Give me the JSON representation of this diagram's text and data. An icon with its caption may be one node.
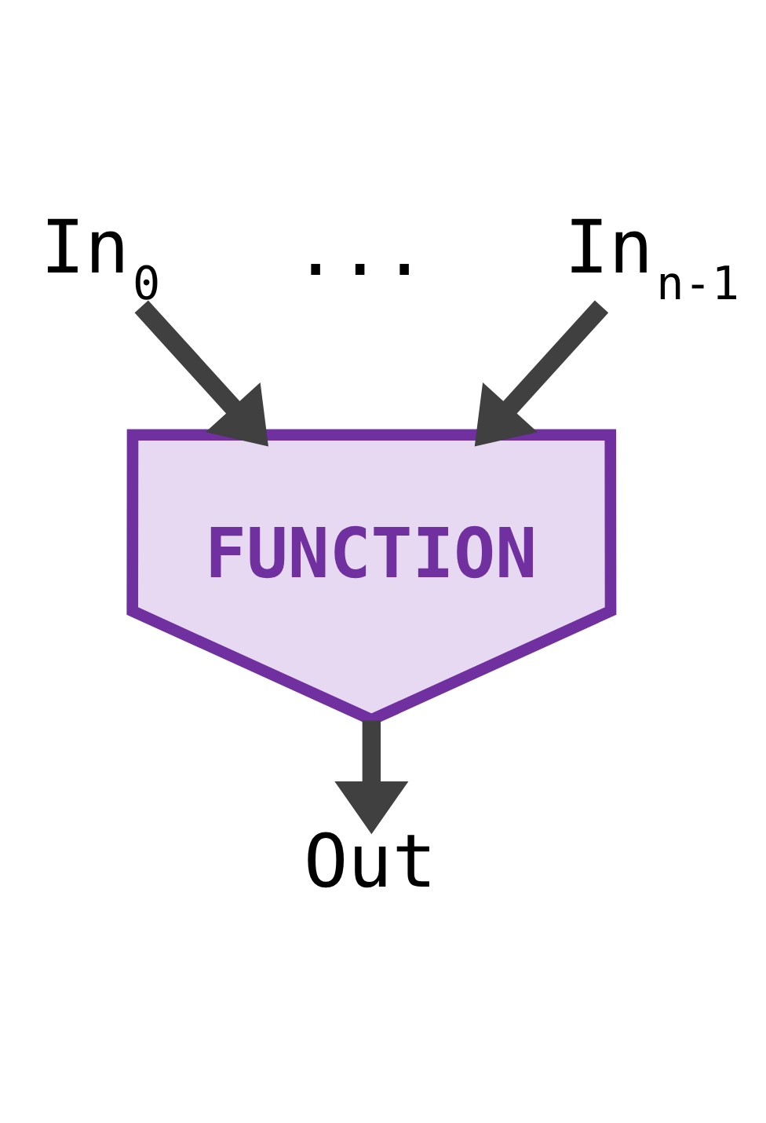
{
  "diagram": {
    "nodes": [
      {
        "text": [
          "In$_{0}$"
        ]
      },
      {
        "text": [
          "In$_{n-1}$"
        ]
      },
      {
        "text": [
          "FUNCTION"
        ]
      },
      {
        "text": [
          "Out"
        ]
      }
    ],
    "edges": [
      {
        "from": 0,
        "to": 2,
        "arrow": "to"
      },
      {
        "from": 1,
        "to": 2,
        "arrow": "to"
      },
      {
        "from": 2,
        "to": 3,
        "arrow": "to"
      }
    ],
    "labels": [
      "..."
    ]
  }
}
